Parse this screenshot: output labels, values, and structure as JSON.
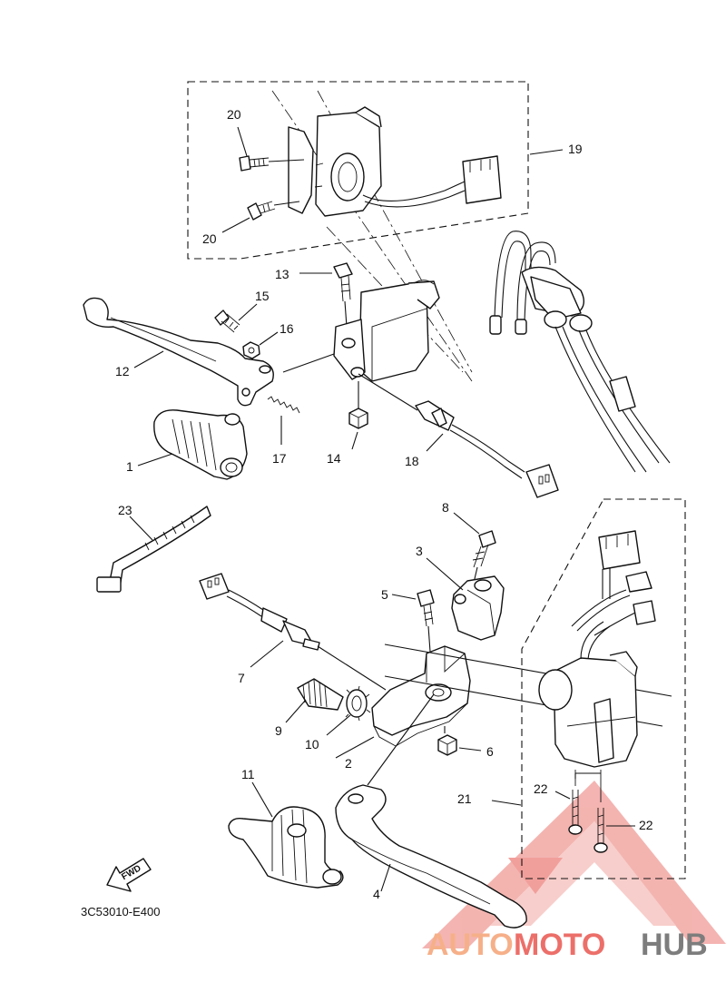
{
  "diagram": {
    "code": "3C53010-E400",
    "fwd_label": "FWD",
    "callouts": [
      {
        "id": "c20a",
        "label": "20"
      },
      {
        "id": "c20b",
        "label": "20"
      },
      {
        "id": "c19",
        "label": "19"
      },
      {
        "id": "c13",
        "label": "13"
      },
      {
        "id": "c15",
        "label": "15"
      },
      {
        "id": "c16",
        "label": "16"
      },
      {
        "id": "c12",
        "label": "12"
      },
      {
        "id": "c17",
        "label": "17"
      },
      {
        "id": "c14",
        "label": "14"
      },
      {
        "id": "c18",
        "label": "18"
      },
      {
        "id": "c1",
        "label": "1"
      },
      {
        "id": "c23",
        "label": "23"
      },
      {
        "id": "c8",
        "label": "8"
      },
      {
        "id": "c3",
        "label": "3"
      },
      {
        "id": "c5",
        "label": "5"
      },
      {
        "id": "c7",
        "label": "7"
      },
      {
        "id": "c9",
        "label": "9"
      },
      {
        "id": "c10",
        "label": "10"
      },
      {
        "id": "c2",
        "label": "2"
      },
      {
        "id": "c6",
        "label": "6"
      },
      {
        "id": "c11",
        "label": "11"
      },
      {
        "id": "c21",
        "label": "21"
      },
      {
        "id": "c22a",
        "label": "22"
      },
      {
        "id": "c22b",
        "label": "22"
      },
      {
        "id": "c4",
        "label": "4"
      }
    ]
  },
  "watermark": {
    "word_1": "AUTO",
    "word_2": "MOTO",
    "word_3": "HUB",
    "color_light": "#f6b089",
    "color_red": "#ec6f6a",
    "color_gray": "#7d7d7d"
  }
}
